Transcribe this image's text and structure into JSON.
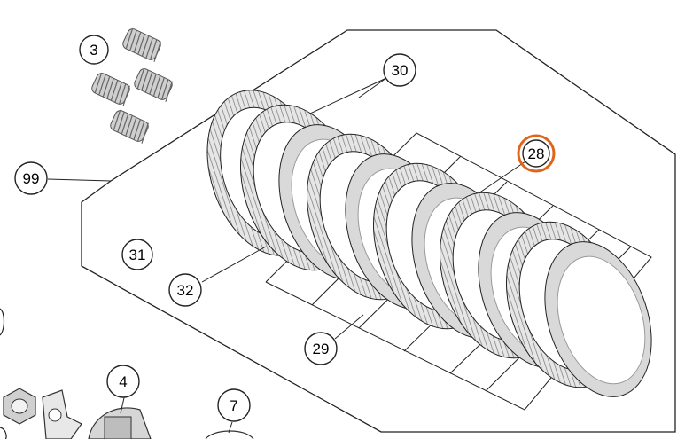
{
  "diagram": {
    "callouts": {
      "c3": "3",
      "c30": "30",
      "c28": "28",
      "c99": "99",
      "c31": "31",
      "c32": "32",
      "c29": "29",
      "c4": "4",
      "c7": "7"
    },
    "highlight_callout": "28",
    "colors": {
      "highlight": "#e0651a",
      "line": "#222222",
      "part_fill": "#d9d9d9",
      "part_shadow": "#9a9a9a"
    },
    "icons": [
      "spring-icon",
      "clutch-disc-icon",
      "nut-icon",
      "lock-washer-icon",
      "hub-icon"
    ]
  }
}
